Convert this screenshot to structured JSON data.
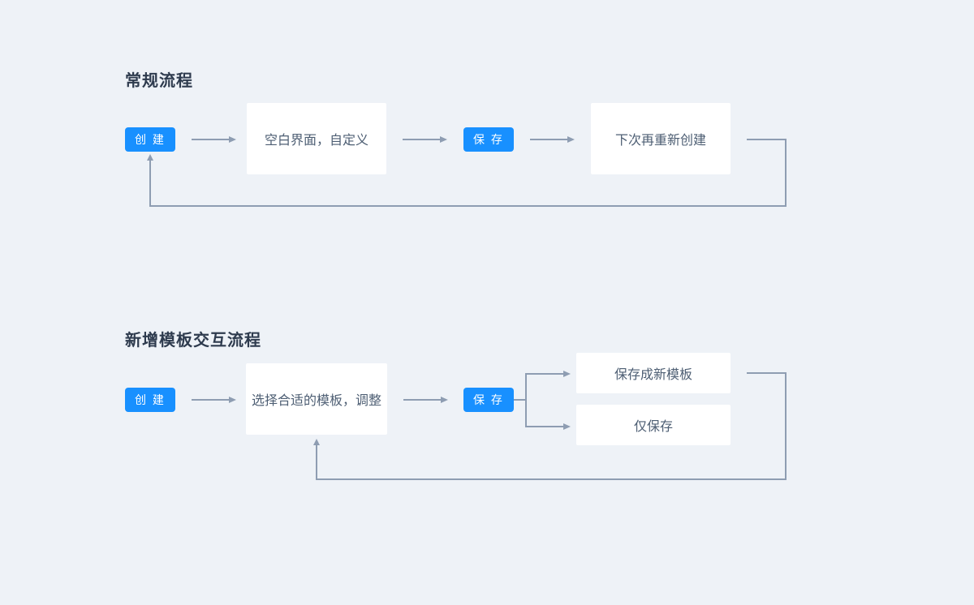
{
  "colors": {
    "bg": "#EEF2F7",
    "primary": "#1890FF",
    "line": "#8E9DB2",
    "title-text": "#2E3B4E",
    "box-text": "#4D5E73",
    "button-text": "#FFFFFF",
    "box-bg": "#FFFFFF"
  },
  "flows": [
    {
      "title": "常规流程",
      "nodes": {
        "create_button": "创 建",
        "blank_box": "空白界面，自定义",
        "save_button": "保 存",
        "recreate_box": "下次再重新创建"
      }
    },
    {
      "title": "新增模板交互流程",
      "nodes": {
        "create_button": "创 建",
        "choose_template_box": "选择合适的模板，调整",
        "save_button": "保 存",
        "save_as_new_template_box": "保存成新模板",
        "save_only_box": "仅保存"
      }
    }
  ]
}
